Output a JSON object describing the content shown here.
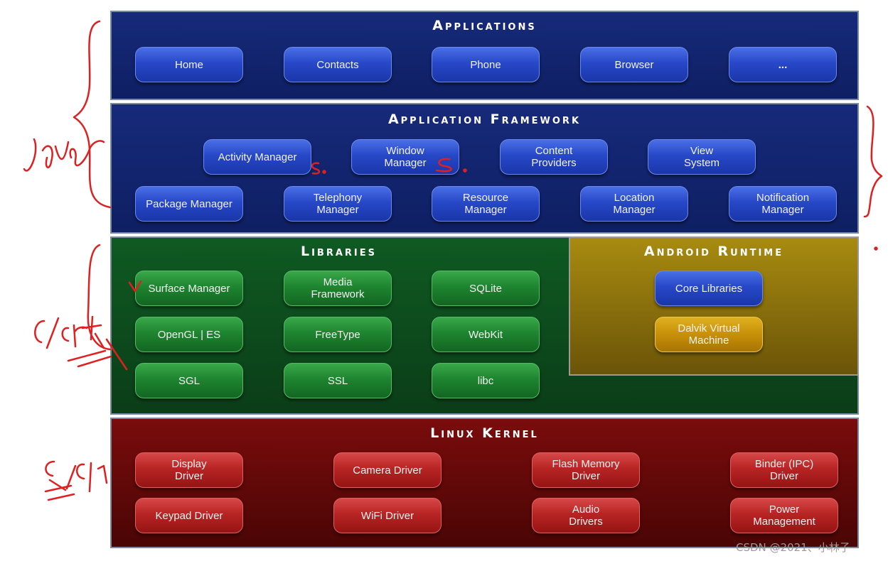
{
  "applications": {
    "title": "Applications",
    "items": [
      "Home",
      "Contacts",
      "Phone",
      "Browser",
      "..."
    ]
  },
  "framework": {
    "title": "Application Framework",
    "row1": [
      "Activity Manager",
      "Window\nManager",
      "Content\nProviders",
      "View\nSystem"
    ],
    "row2": [
      "Package Manager",
      "Telephony\nManager",
      "Resource\nManager",
      "Location\nManager",
      "Notification\nManager"
    ]
  },
  "libraries": {
    "title": "Libraries",
    "items": [
      "Surface Manager",
      "Media\nFramework",
      "SQLite",
      "OpenGL | ES",
      "FreeType",
      "WebKit",
      "SGL",
      "SSL",
      "libc"
    ]
  },
  "runtime": {
    "title": "Android Runtime",
    "items": [
      "Core Libraries",
      "Dalvik Virtual\nMachine"
    ]
  },
  "kernel": {
    "title": "Linux Kernel",
    "items": [
      "Display\nDriver",
      "Camera Driver",
      "Flash Memory\nDriver",
      "Binder (IPC)\nDriver",
      "Keypad Driver",
      "WiFi Driver",
      "Audio\nDrivers",
      "Power\nManagement"
    ]
  },
  "watermark": "CSDN @2021、小林子",
  "colors": {
    "blue_layer": "#172a7a",
    "green_layer": "#0f5a22",
    "runtime_layer": "#a88b10",
    "kernel_layer": "#7a0c0c",
    "annotation_ink": "#e02020"
  }
}
